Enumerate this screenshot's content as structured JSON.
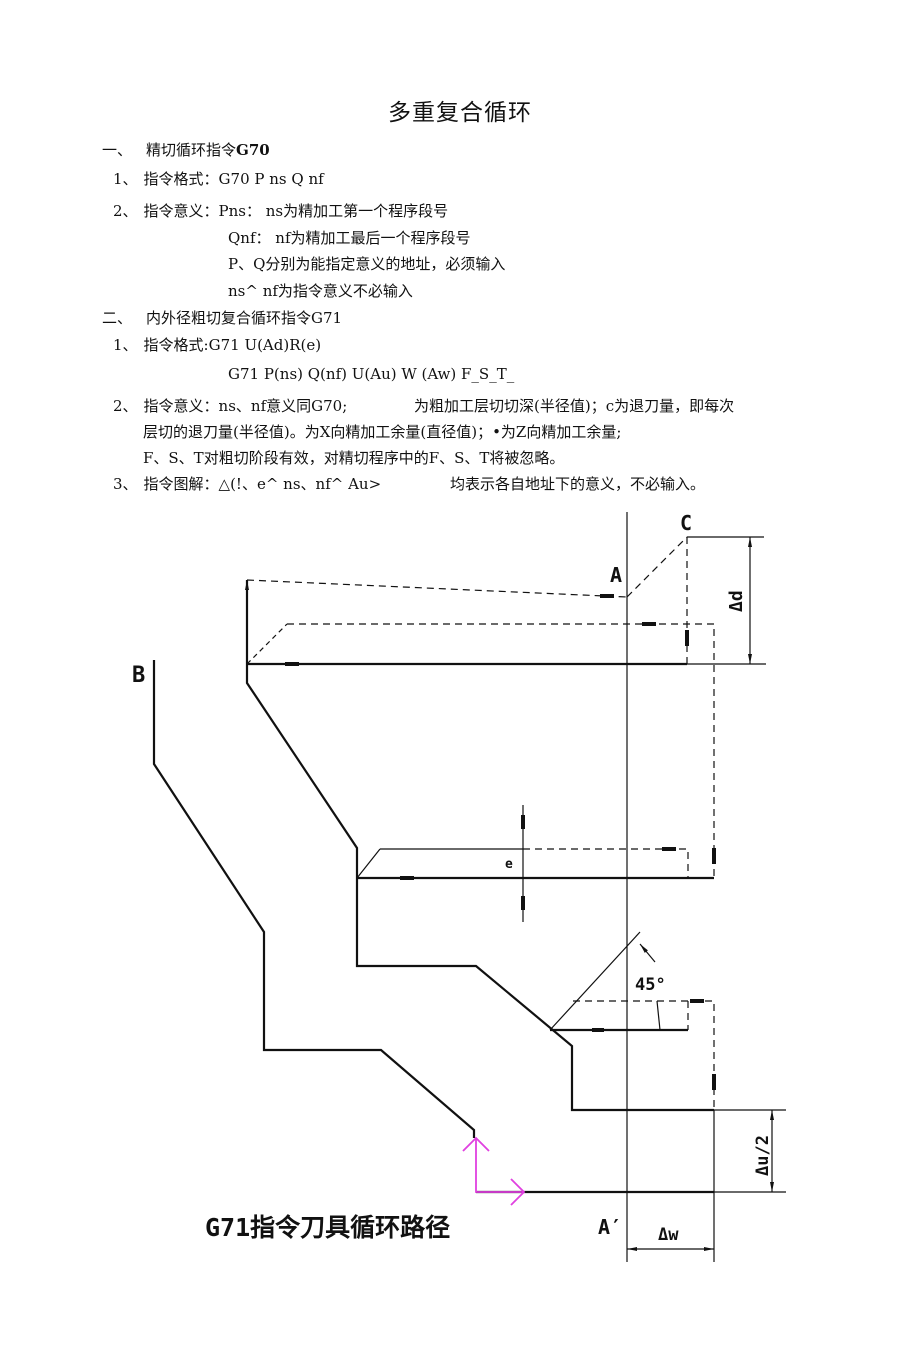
{
  "document": {
    "title": "多重复合循环",
    "section1": {
      "heading_num": "一、",
      "heading_text": "精切循环指令",
      "heading_code": "G70",
      "item1_num": "1、",
      "item1_text": "指令格式：G70 P ns Q nf",
      "item2_num": "2、",
      "item2_text": "指令意义：Pns： ns为精加工第一个程序段号",
      "item2_line2": "Qnf： nf为精加工最后一个程序段号",
      "item2_line3": "P、Q分别为能指定意义的地址，必须输入",
      "item2_line4": "ns^ nf为指令意义不必输入"
    },
    "section2": {
      "heading_num": "二、",
      "heading_text": "内外径粗切复合循环指令G71",
      "item1_num": "1、",
      "item1_text": "指令格式:G71 U(Ad)R(e)",
      "item1_line2": "G71 P(ns) Q(nf) U(Au) W (Aw) F_S_T_",
      "item2_num": "2、",
      "item2_text_a": "指令意义：ns、nf意义同G70;",
      "item2_text_b": "为粗加工层切切深(半径值)；c为退刀量，即每次",
      "item2_line2": "层切的退刀量(半径值)。为X向精加工余量(直径值)；•为Z向精加工余量;",
      "item2_line3": "F、S、T对粗切阶段有效，对精切程序中的F、S、T将被忽略。",
      "item3_num": "3、",
      "item3_text_a": "指令图解：△(!、e^ ns、nf^ Au>",
      "item3_text_b": "均表示各自地址下的意义，不必输入。"
    }
  },
  "diagram": {
    "caption": "G71指令刀具循环路径",
    "labels": {
      "point_a": "A",
      "point_a_prime": "A′",
      "point_b": "B",
      "point_c": "C",
      "delta_d": "Δd",
      "e": "e",
      "angle": "45°",
      "delta_u_half": "Δu/2",
      "delta_w": "Δw"
    },
    "colors": {
      "line": "#111111",
      "axis_marker": "#e040e0"
    }
  }
}
